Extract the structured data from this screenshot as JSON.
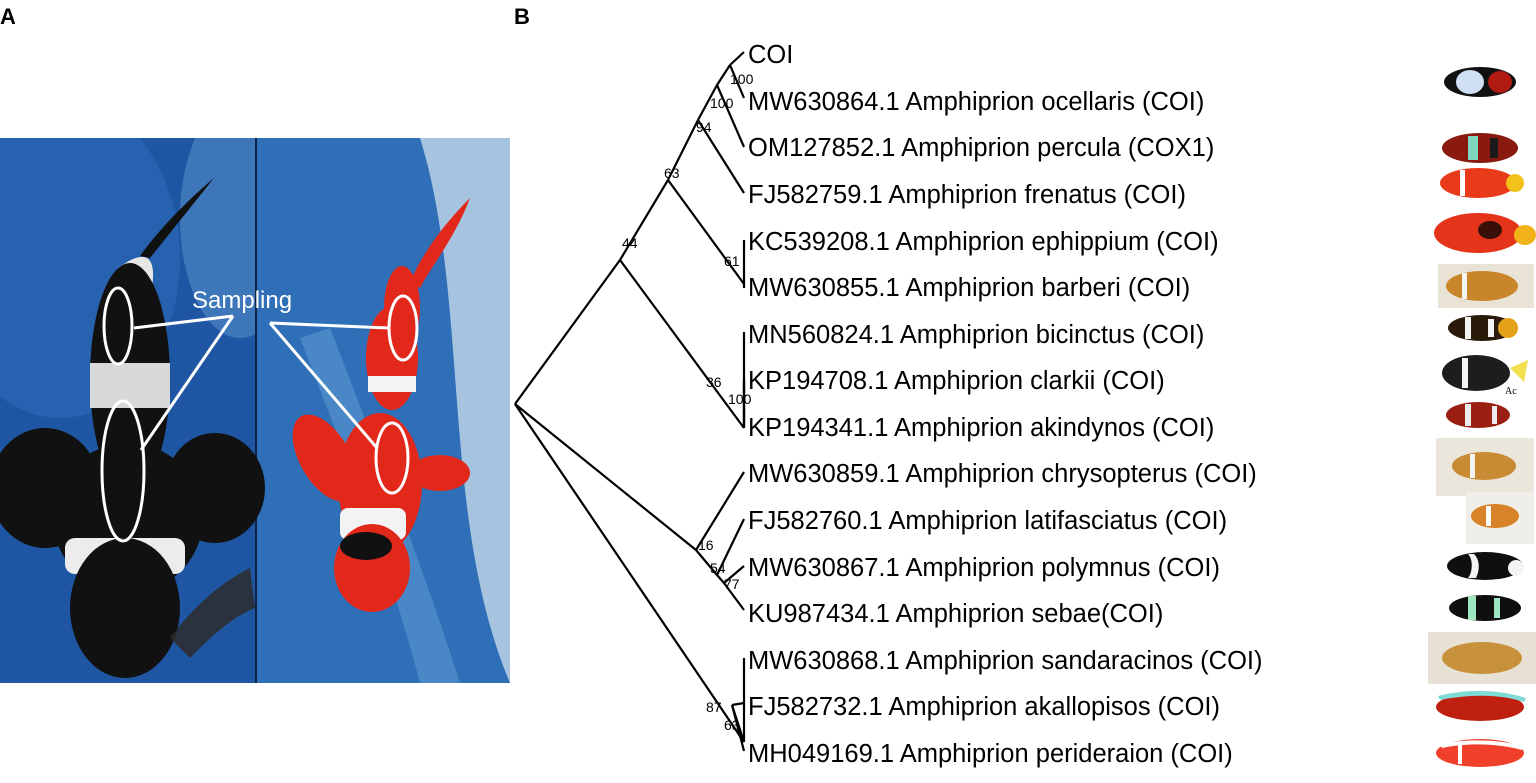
{
  "panels": {
    "a_label": "A",
    "b_label": "B"
  },
  "photo": {
    "sampling_label": "Sampling",
    "colors": {
      "water_dark": "#1e4f98",
      "water_light": "#4a86c8",
      "fish_black": "#111111",
      "fish_white": "#e8e8e8",
      "fish_red": "#e2281a",
      "annotation": "#ffffff"
    }
  },
  "tree": {
    "leaves": [
      "COI",
      "MW630864.1 Amphiprion ocellaris (COI)",
      "OM127852.1 Amphiprion percula (COX1)",
      "FJ582759.1 Amphiprion frenatus (COI)",
      "KC539208.1 Amphiprion ephippium (COI)",
      "MW630855.1 Amphiprion barberi (COI)",
      "MN560824.1 Amphiprion bicinctus (COI)",
      "KP194708.1 Amphiprion clarkii (COI)",
      "KP194341.1 Amphiprion akindynos (COI)",
      "MW630859.1 Amphiprion chrysopterus (COI)",
      "FJ582760.1 Amphiprion latifasciatus (COI)",
      "MW630867.1 Amphiprion polymnus (COI)",
      "KU987434.1 Amphiprion sebae(COI)",
      "MW630868.1 Amphiprion sandaracinos (COI)",
      "FJ582732.1 Amphiprion akallopisos (COI)",
      "MH049169.1 Amphiprion perideraion (COI)"
    ],
    "support_values": [
      "100",
      "100",
      "94",
      "63",
      "44",
      "61",
      "36",
      "100",
      "16",
      "54",
      "77",
      "87",
      "63"
    ],
    "thumbnail_texts": [
      "Ac"
    ]
  }
}
